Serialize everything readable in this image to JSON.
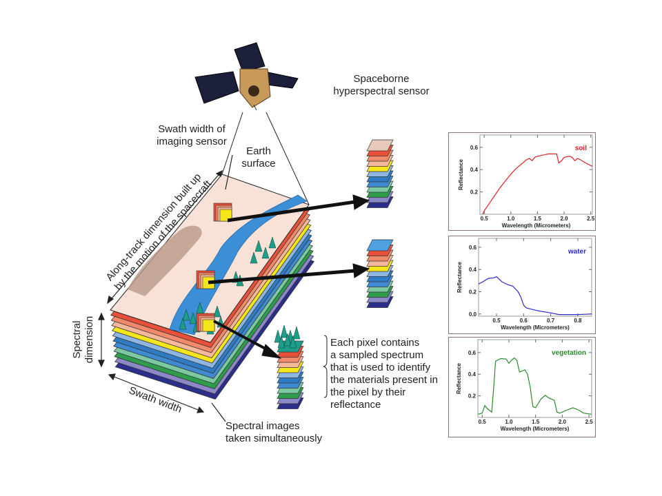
{
  "labels": {
    "sensor": [
      "Spaceborne",
      "hyperspectral sensor"
    ],
    "swath_sensor": [
      "Swath width of",
      "imaging sensor"
    ],
    "earth": [
      "Earth",
      "surface"
    ],
    "along_track": [
      "Along-track dimension built up",
      "by the motion of the spacecraft"
    ],
    "spectral_dim": [
      "Spectral",
      "dimension"
    ],
    "swath_width": "Swath width",
    "pixel_note": [
      "Each pixel contains",
      "a sampled spectrum",
      "that is used to identify",
      "the materials present in",
      "the pixel by their",
      "reflectance"
    ],
    "spectral_images": [
      "Spectral  images",
      "taken simultaneously"
    ]
  },
  "colors": {
    "layers": [
      "#e8503a",
      "#f08a6a",
      "#f6b89a",
      "#f5e61a",
      "#8fb6e0",
      "#2f7cc4",
      "#3f8ad0",
      "#7cc8a0",
      "#2e9c4a",
      "#8c88c8",
      "#2c2e8c"
    ],
    "surface": "#f8e2d8",
    "river": "#3a8fd6",
    "tree": "#1e9e8a",
    "mountain": "#b89a88"
  },
  "chart_data": [
    {
      "type": "line",
      "title": "soil",
      "color": "#e02020",
      "xlabel": "Wavelength (Micrometers)",
      "ylabel": "Reflectance",
      "xlim": [
        0.42,
        2.53
      ],
      "ylim": [
        0.0,
        0.71
      ],
      "xticks": [
        0.5,
        1.0,
        1.5,
        2.0,
        2.5
      ],
      "xtick_labels": [
        "0.5",
        "1.0",
        "1.5",
        "2.0",
        "2.5"
      ],
      "yticks": [
        0.2,
        0.4,
        0.6
      ],
      "ytick_labels": [
        "0.2",
        "0.4",
        "0.6"
      ],
      "points": [
        [
          0.47,
          0.0
        ],
        [
          0.5,
          0.03
        ],
        [
          0.6,
          0.1
        ],
        [
          0.7,
          0.17
        ],
        [
          0.8,
          0.24
        ],
        [
          0.9,
          0.3
        ],
        [
          1.0,
          0.36
        ],
        [
          1.1,
          0.41
        ],
        [
          1.2,
          0.45
        ],
        [
          1.3,
          0.49
        ],
        [
          1.35,
          0.5
        ],
        [
          1.4,
          0.48
        ],
        [
          1.45,
          0.51
        ],
        [
          1.5,
          0.52
        ],
        [
          1.6,
          0.53
        ],
        [
          1.7,
          0.54
        ],
        [
          1.8,
          0.54
        ],
        [
          1.86,
          0.54
        ],
        [
          1.9,
          0.46
        ],
        [
          1.95,
          0.48
        ],
        [
          2.0,
          0.51
        ],
        [
          2.1,
          0.52
        ],
        [
          2.15,
          0.51
        ],
        [
          2.2,
          0.48
        ],
        [
          2.25,
          0.5
        ],
        [
          2.3,
          0.49
        ],
        [
          2.4,
          0.46
        ],
        [
          2.53,
          0.43
        ]
      ]
    },
    {
      "type": "line",
      "title": "water",
      "color": "#2a2ad0",
      "xlabel": "Wavelength (Micrometers)",
      "ylabel": "Reflectance",
      "xlim": [
        0.434,
        0.851
      ],
      "ylim": [
        -0.02,
        0.68
      ],
      "xticks": [
        0.5,
        0.6,
        0.7,
        0.8
      ],
      "xtick_labels": [
        "0.5",
        "0.6",
        "0.7",
        "0.8"
      ],
      "yticks": [
        0.0,
        0.2,
        0.4,
        0.6
      ],
      "ytick_labels": [
        "0.0",
        "0.2",
        "0.4",
        "0.6"
      ],
      "points": [
        [
          0.434,
          0.27
        ],
        [
          0.45,
          0.29
        ],
        [
          0.47,
          0.32
        ],
        [
          0.49,
          0.325
        ],
        [
          0.5,
          0.335
        ],
        [
          0.52,
          0.29
        ],
        [
          0.54,
          0.265
        ],
        [
          0.56,
          0.25
        ],
        [
          0.58,
          0.2
        ],
        [
          0.59,
          0.15
        ],
        [
          0.6,
          0.08
        ],
        [
          0.61,
          0.055
        ],
        [
          0.65,
          0.03
        ],
        [
          0.7,
          0.01
        ],
        [
          0.73,
          -0.005
        ],
        [
          0.8,
          -0.005
        ],
        [
          0.851,
          0.0
        ]
      ]
    },
    {
      "type": "line",
      "title": "vegetation",
      "color": "#2a8a2a",
      "xlabel": "Wavelength (Micrometers)",
      "ylabel": "Reflectance",
      "xlim": [
        0.42,
        2.55
      ],
      "ylim": [
        0.0,
        0.72
      ],
      "xticks": [
        0.5,
        1.0,
        1.5,
        2.0,
        2.5
      ],
      "xtick_labels": [
        "0.5",
        "1.0",
        "1.5",
        "2.0",
        "2.5"
      ],
      "yticks": [
        0.2,
        0.4,
        0.6
      ],
      "ytick_labels": [
        "0.2",
        "0.4",
        "0.6"
      ],
      "points": [
        [
          0.42,
          0.03
        ],
        [
          0.5,
          0.04
        ],
        [
          0.55,
          0.11
        ],
        [
          0.6,
          0.08
        ],
        [
          0.68,
          0.05
        ],
        [
          0.72,
          0.3
        ],
        [
          0.75,
          0.52
        ],
        [
          0.85,
          0.545
        ],
        [
          0.95,
          0.54
        ],
        [
          1.0,
          0.5
        ],
        [
          1.05,
          0.53
        ],
        [
          1.1,
          0.55
        ],
        [
          1.15,
          0.53
        ],
        [
          1.2,
          0.42
        ],
        [
          1.25,
          0.43
        ],
        [
          1.3,
          0.44
        ],
        [
          1.35,
          0.4
        ],
        [
          1.4,
          0.28
        ],
        [
          1.45,
          0.1
        ],
        [
          1.5,
          0.09
        ],
        [
          1.6,
          0.17
        ],
        [
          1.68,
          0.205
        ],
        [
          1.75,
          0.18
        ],
        [
          1.85,
          0.16
        ],
        [
          1.9,
          0.05
        ],
        [
          1.95,
          0.04
        ],
        [
          2.1,
          0.07
        ],
        [
          2.2,
          0.09
        ],
        [
          2.3,
          0.07
        ],
        [
          2.4,
          0.04
        ],
        [
          2.55,
          0.03
        ]
      ]
    }
  ]
}
